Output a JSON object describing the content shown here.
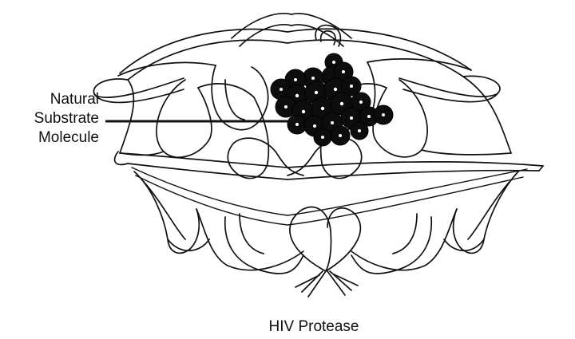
{
  "figure": {
    "callout_label_lines": [
      "Natural",
      "Substrate",
      "Molecule"
    ],
    "caption": "HIV Protease"
  },
  "colors": {
    "ink": "#111111",
    "substrate_fill": "#0d0d0d",
    "background": "#ffffff"
  }
}
